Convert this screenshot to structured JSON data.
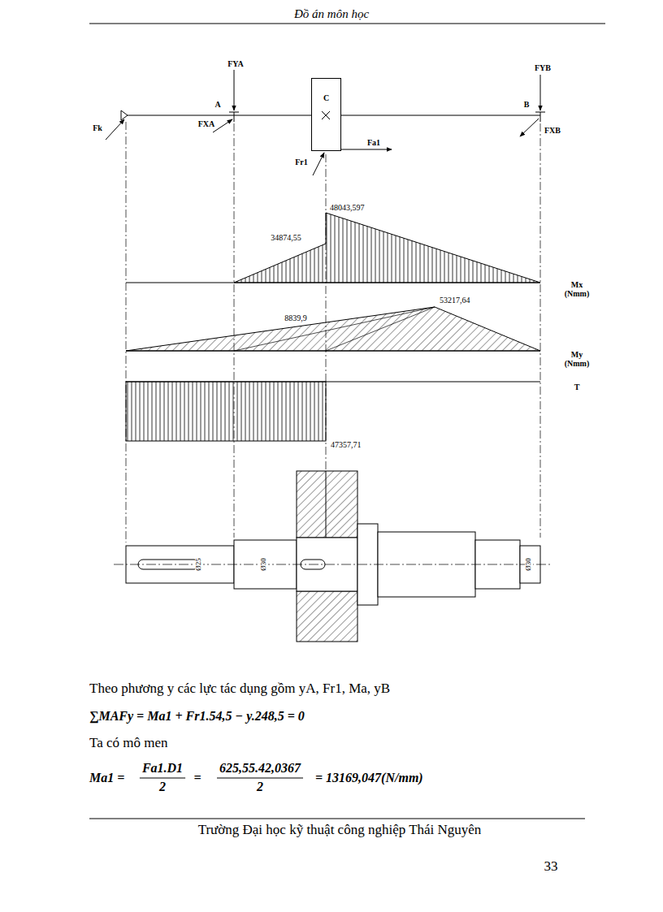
{
  "diagram": {
    "nodes": [
      {
        "text": [
          "C"
        ]
      }
    ],
    "labels": [
      "Đồ án môn học",
      "FYA",
      "A",
      "FXA",
      "Fk",
      "Fa1",
      "Fr1",
      "FYB",
      "B",
      "FXB",
      "48043,597",
      "34874,55",
      "Mx (Nmm)",
      "53217,64",
      "8839,9",
      "My (Nmm)",
      "T",
      "47357,71",
      "Ø25",
      "Ø30",
      "Ø30",
      "Theo phương y các lực tác dụng gồm yA, Fr1, Ma, yB",
      "∑MAFy = Ma1 + Fr1.54,5 − y.248,5 = 0",
      "Ta có mô men",
      "Ma1 =",
      "Fa1.D1",
      "2",
      "=",
      "625,55.42,0367",
      "2",
      "= 13169,047(N/mm)",
      "Trường Đại học kỹ thuật công nghiệp Thái Nguyên",
      "33"
    ]
  }
}
